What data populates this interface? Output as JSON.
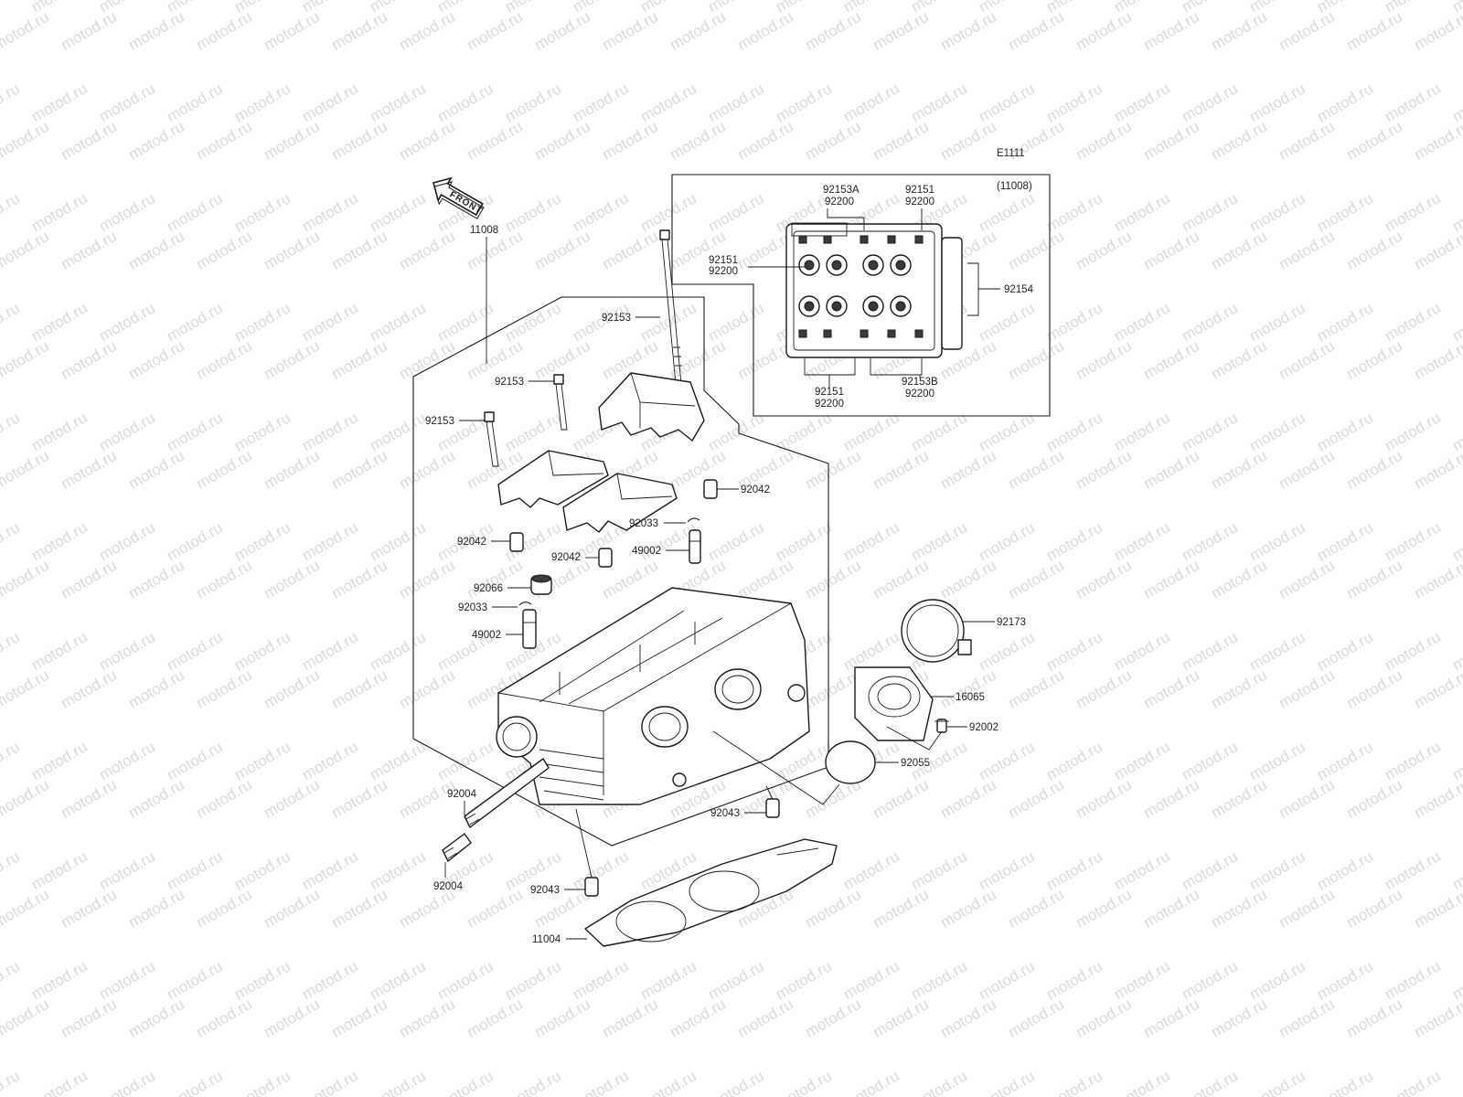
{
  "watermark": "motod.ru",
  "diagram_code": "E1111",
  "front_arrow_label": "FRONT",
  "inset": {
    "assembly_ref": "(11008)"
  },
  "callouts": {
    "c11008": "11008",
    "c92153_a": "92153",
    "c92153_b": "92153",
    "c92153_c": "92153",
    "c92042_r": "92042",
    "c92033_r": "92033",
    "c49002_r": "49002",
    "c92042_l": "92042",
    "c92042_m": "92042",
    "c92066": "92066",
    "c92033_l": "92033",
    "c49002_l": "49002",
    "c92004_t": "92004",
    "c92004_b": "92004",
    "c92043_r": "92043",
    "c92043_l": "92043",
    "c11004": "11004",
    "c92173": "92173",
    "c16065": "16065",
    "c92002": "92002",
    "c92055": "92055",
    "i92153A": "92153A",
    "i92200_tl": "92200",
    "i92151_tr": "92151",
    "i92200_tr": "92200",
    "i92151_l": "92151",
    "i92200_l": "92200",
    "i92154": "92154",
    "i92151_b": "92151",
    "i92200_bl": "92200",
    "i92153B": "92153B",
    "i92200_br": "92200"
  }
}
